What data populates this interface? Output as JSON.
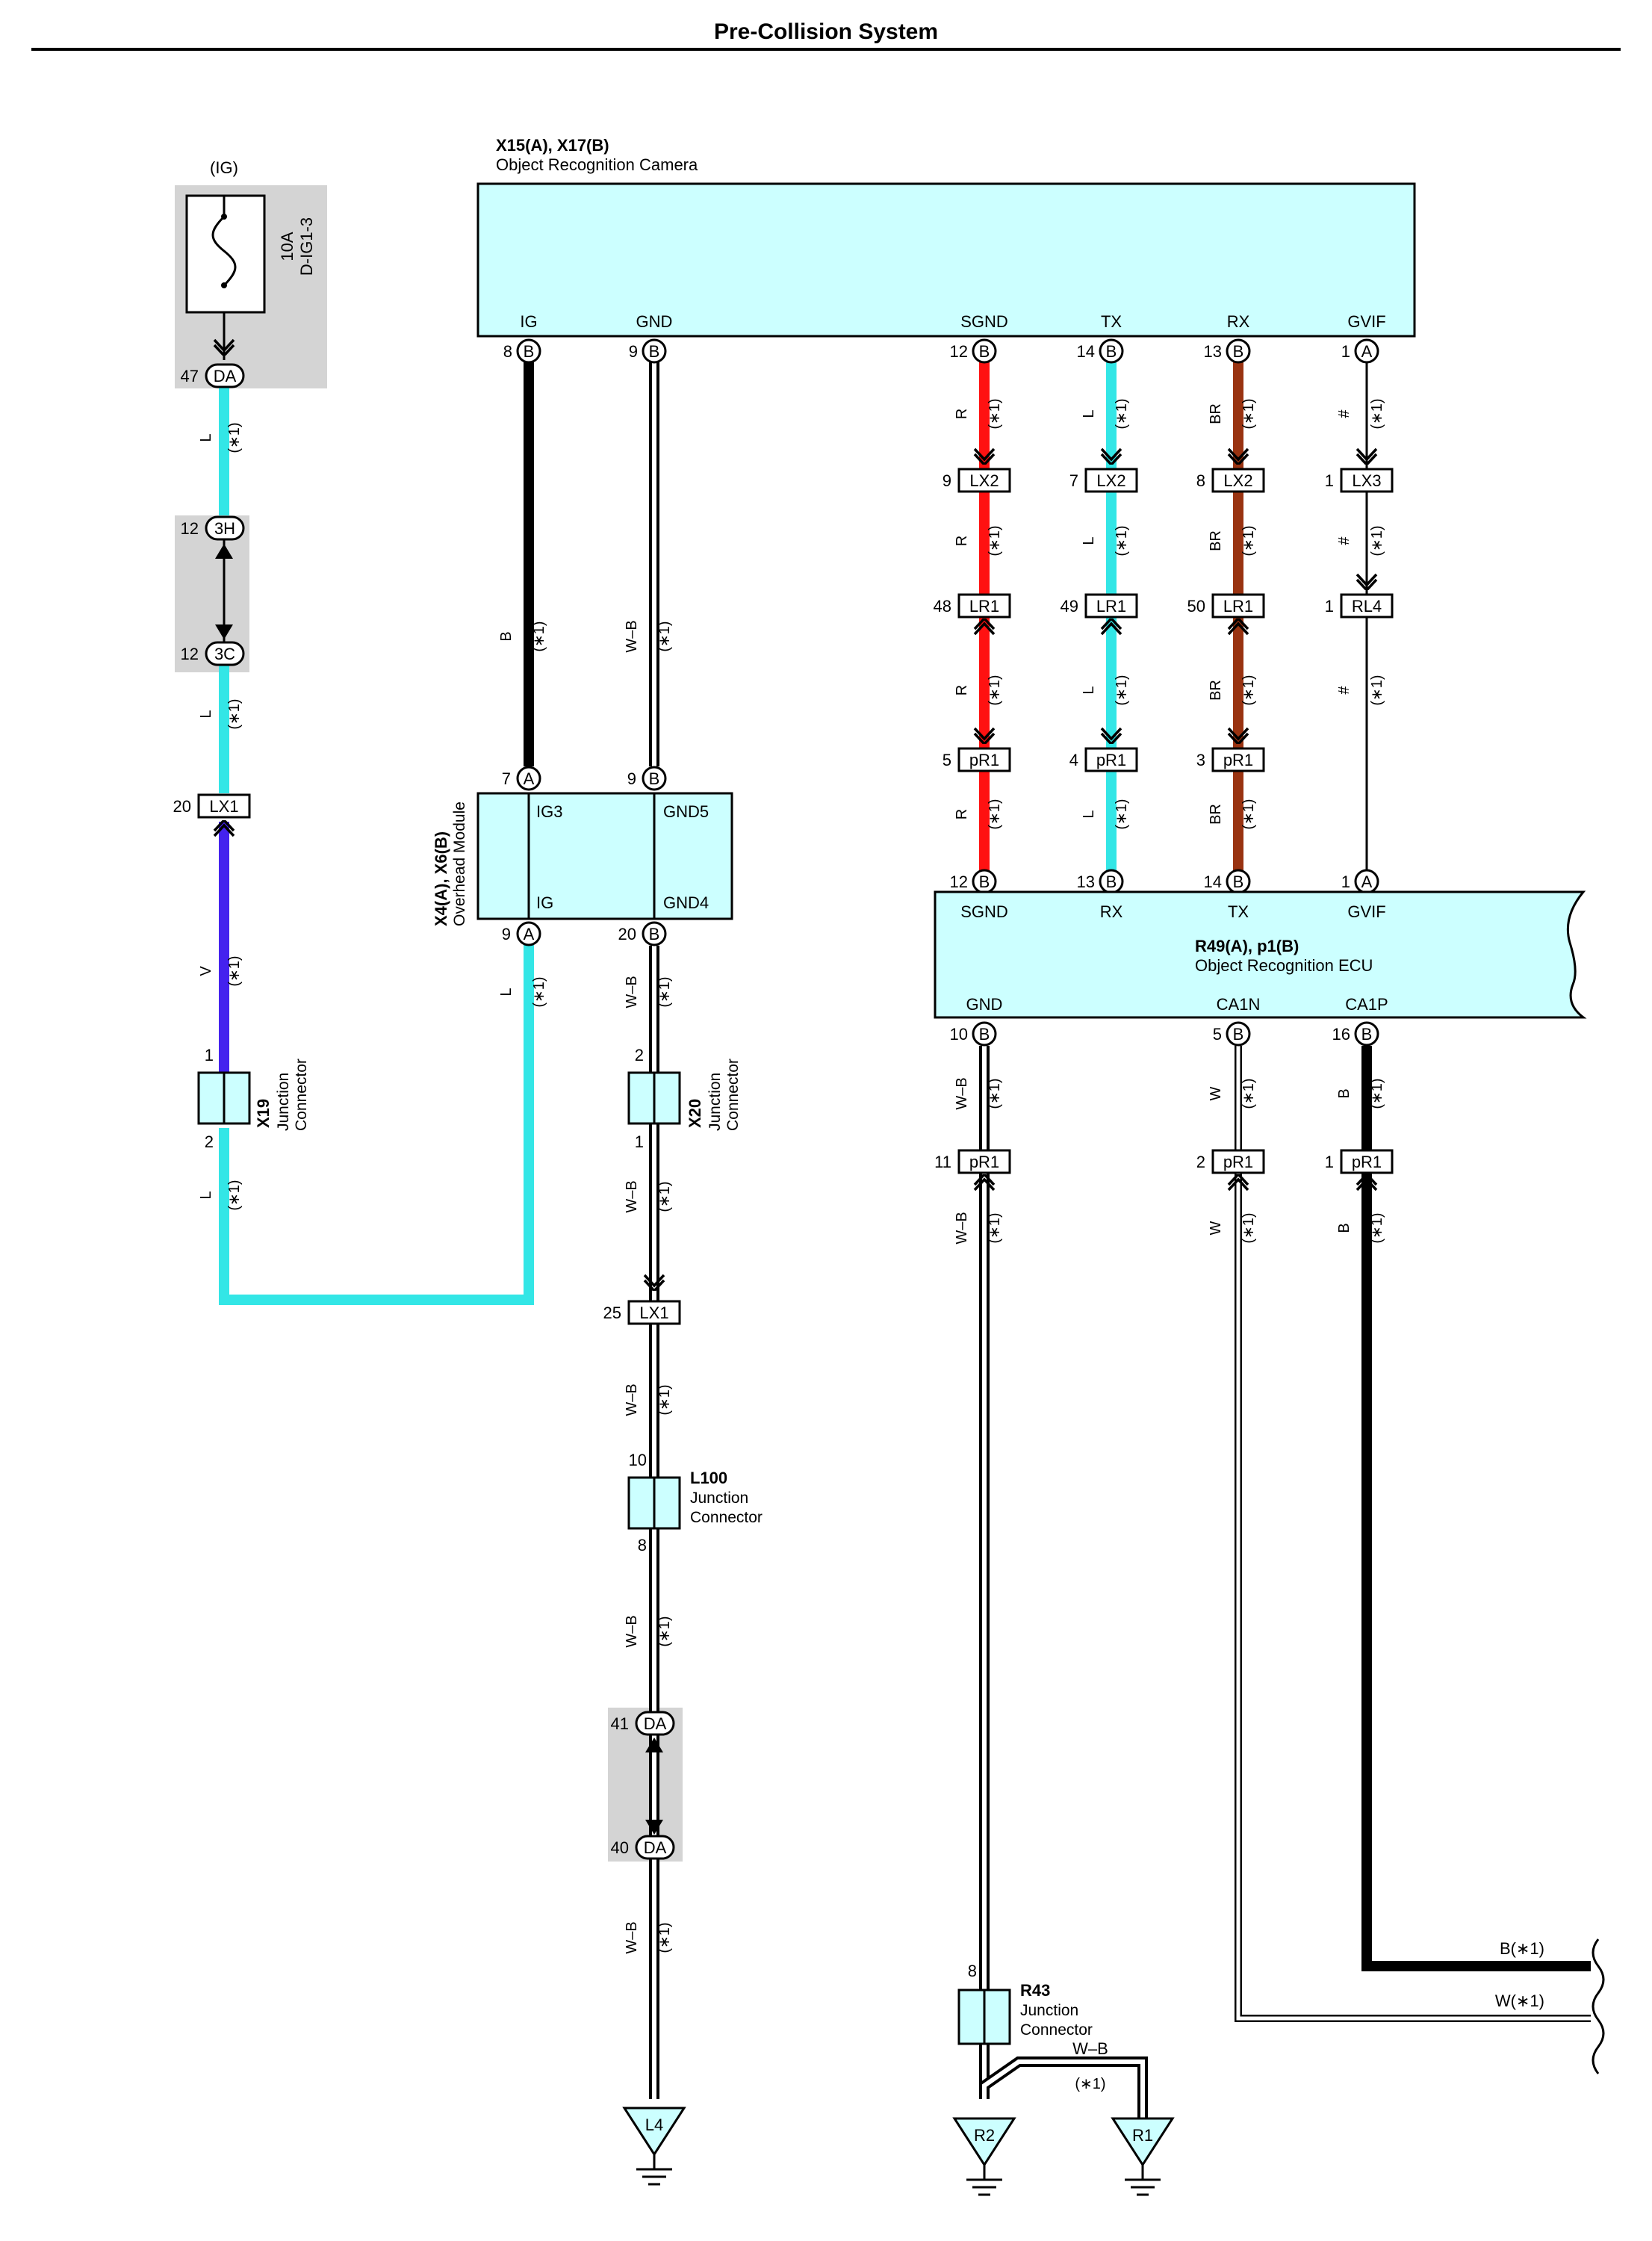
{
  "title": "Pre-Collision System",
  "colors": {
    "L": "#33e6e6",
    "V": "#4422ee",
    "B": "#000000",
    "R": "#ff1111",
    "BR": "#993311",
    "W": "#ffffff",
    "W-B": "#ffffff",
    "box": "#ccffff",
    "shade": "#d4d4d4"
  },
  "star": "(∗1)",
  "fuse": {
    "ig": "(IG)",
    "rating": "10A",
    "name": "D-IG1-3"
  },
  "camera": {
    "ids": "X15(A), X17(B)",
    "name": "Object Recognition Camera",
    "pins": [
      {
        "label": "IG",
        "num": "8",
        "conn": "B"
      },
      {
        "label": "GND",
        "num": "9",
        "conn": "B"
      },
      {
        "label": "SGND",
        "num": "12",
        "conn": "B"
      },
      {
        "label": "TX",
        "num": "14",
        "conn": "B"
      },
      {
        "label": "RX",
        "num": "13",
        "conn": "B"
      },
      {
        "label": "GVIF",
        "num": "1",
        "conn": "A"
      }
    ]
  },
  "overhead": {
    "ids": "X4(A), X6(B)",
    "name": "Overhead Module",
    "pins": {
      "ig3": "IG3",
      "gnd5": "GND5",
      "ig": "IG",
      "gnd4": "GND4"
    },
    "nums": {
      "ig3": "7",
      "ig3c": "A",
      "gnd5": "9",
      "gnd5c": "B",
      "ig": "9",
      "igc": "A",
      "gnd4": "20",
      "gnd4c": "B"
    }
  },
  "ecu": {
    "ids": "R49(A), p1(B)",
    "name": "Object Recognition ECU",
    "top_pins": [
      {
        "label": "SGND",
        "num": "12",
        "conn": "B"
      },
      {
        "label": "RX",
        "num": "13",
        "conn": "B"
      },
      {
        "label": "TX",
        "num": "14",
        "conn": "B"
      },
      {
        "label": "GVIF",
        "num": "1",
        "conn": "A"
      }
    ],
    "bottom_pins": [
      {
        "label": "GND",
        "num": "10",
        "conn": "B"
      },
      {
        "label": "CA1N",
        "num": "5",
        "conn": "B"
      },
      {
        "label": "CA1P",
        "num": "16",
        "conn": "B"
      }
    ]
  },
  "junctions": {
    "x19": {
      "id": "X19",
      "name": "Junction Connector",
      "pin_top": "1",
      "pin_bot": "2"
    },
    "x20": {
      "id": "X20",
      "name": "Junction Connector",
      "pin_top": "2",
      "pin_bot": "1"
    },
    "l100": {
      "id": "L100",
      "l1": "Junction",
      "l2": "Connector",
      "pin_top": "10",
      "pin_bot": "8"
    },
    "r43": {
      "id": "R43",
      "l1": "Junction",
      "l2": "Connector",
      "pin_top": "8"
    }
  },
  "inline": {
    "da47": {
      "num": "47",
      "name": "DA"
    },
    "h3": {
      "num": "12",
      "name": "3H"
    },
    "c3": {
      "num": "12",
      "name": "3C"
    },
    "lx1a": {
      "num": "20",
      "name": "LX1"
    },
    "lx1b": {
      "num": "25",
      "name": "LX1"
    },
    "da41": {
      "num": "41",
      "name": "DA"
    },
    "da40": {
      "num": "40",
      "name": "DA"
    },
    "lx2": [
      {
        "num": "9",
        "name": "LX2"
      },
      {
        "num": "7",
        "name": "LX2"
      },
      {
        "num": "8",
        "name": "LX2"
      }
    ],
    "lx3": {
      "num": "1",
      "name": "LX3"
    },
    "lr1": [
      {
        "num": "48",
        "name": "LR1"
      },
      {
        "num": "49",
        "name": "LR1"
      },
      {
        "num": "50",
        "name": "LR1"
      }
    ],
    "rl4": {
      "num": "1",
      "name": "RL4"
    },
    "pr1_top": [
      {
        "num": "5",
        "name": "pR1"
      },
      {
        "num": "4",
        "name": "pR1"
      },
      {
        "num": "3",
        "name": "pR1"
      }
    ],
    "pr1_bot": [
      {
        "num": "11",
        "name": "pR1"
      },
      {
        "num": "2",
        "name": "pR1"
      },
      {
        "num": "1",
        "name": "pR1"
      }
    ]
  },
  "wire_codes": {
    "L": "L",
    "V": "V",
    "B": "B",
    "WB": "W–B",
    "R": "R",
    "BR": "BR",
    "W": "W",
    "hash": "#"
  },
  "grounds": {
    "l4": "L4",
    "r2": "R2",
    "r1": "R1"
  },
  "ends": {
    "b": "B(∗1)",
    "w": "W(∗1)",
    "wb": "W–B",
    "star": "(∗1)"
  }
}
